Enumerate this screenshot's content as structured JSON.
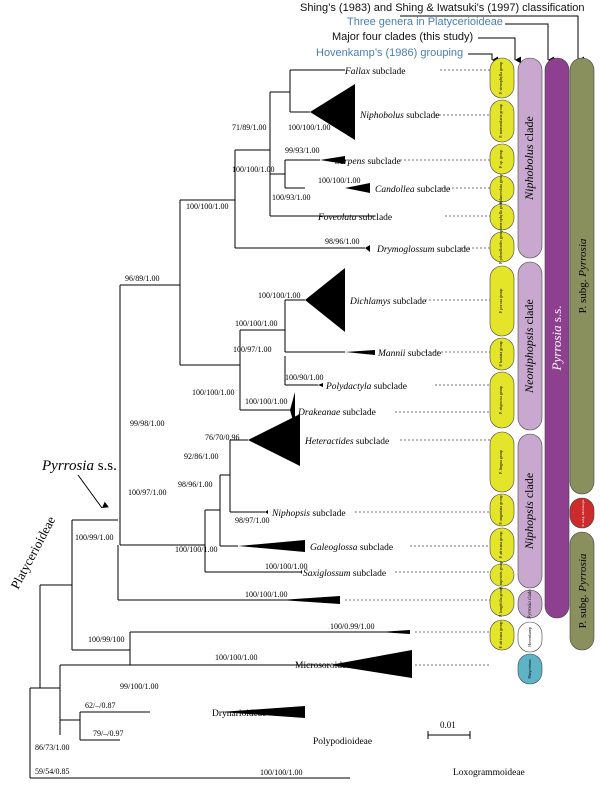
{
  "legend": {
    "shing_classification": "Shing’s (1983) and Shing & Iwatsuki’s (1997) classification",
    "three_genera": "Three genera in Platycerioideae",
    "major_four_clades": "Major four clades (this study)",
    "hovenkamp_grouping": "Hovenkamp’s (1986) grouping"
  },
  "colors": {
    "hovenkamp": "#e4e42a",
    "clade": "#c9a8cf",
    "pyrrosia_ss": "#8e3f8f",
    "subg_pyrrosia": "#8a8f5e",
    "platycerium": "#5eb3c7",
    "subg_red": "#cc2b2b"
  },
  "terminals": [
    {
      "italic": "Fallax",
      "rest": " subclade"
    },
    {
      "italic": "Niphobolus",
      "rest": " subclade"
    },
    {
      "italic": "Serpens",
      "rest": " subclade"
    },
    {
      "italic": "Candollea",
      "rest": " subclade"
    },
    {
      "italic": "Foveolata",
      "rest": " subclade"
    },
    {
      "italic": "Drymoglossum",
      "rest": " subclade"
    },
    {
      "italic": "Dichlamys",
      "rest": " subclade"
    },
    {
      "italic": "Mannii",
      "rest": " subclade"
    },
    {
      "italic": "Polydactyla",
      "rest": " subclade"
    },
    {
      "italic": "Drakeanae",
      "rest": " subclade"
    },
    {
      "italic": "Heteractides",
      "rest": " subclade"
    },
    {
      "italic": "Niphopsis",
      "rest": " subclade"
    },
    {
      "italic": "Galeoglossa",
      "rest": " subclade"
    },
    {
      "italic": "Saxiglossum",
      "rest": " subclade"
    }
  ],
  "outgroups": [
    "Microsoroideae",
    "Drynarioideae",
    "Polypodioideae",
    "Loxogrammoideae"
  ],
  "support": [
    "71/89/1.00",
    "100/100/1.00",
    "99/93/1.00",
    "100/100/1.00",
    "100/93/1.00",
    "100/100/1.00",
    "100/100/1.00",
    "98/96/1.00",
    "96/89/1.00",
    "100/100/1.00",
    "100/100/1.00",
    "100/97/1.00",
    "100/90/1.00",
    "100/100/1.00",
    "100/100/1.00",
    "99/98/1.00",
    "76/70/0.96",
    "92/86/1.00",
    "98/96/1.00",
    "98/97/1.00",
    "100/100/1.00",
    "100/100/1.00",
    "100/97/1.00",
    "100/100/1.00",
    "100/99/1.00",
    "100/0.99/1.00",
    "100/99/100",
    "100/100/1.00",
    "99/100/1.00",
    "62/–/0.87",
    "79/–/0.97",
    "86/73/1.00",
    "59/54/0.85",
    "100/100/1.00"
  ],
  "node_labels": {
    "pyrrosia_ss_italic": "Pyrrosia",
    "pyrrosia_ss_rest": " s.s.",
    "platycerioideae": "Platycerioideae"
  },
  "bars": {
    "niphobolus_clade_italic": "Niphobolus",
    "niphobolus_clade_rest": " clade",
    "neoniphopsis_clade_italic": "Neoniphopsis",
    "neoniphopsis_clade_rest": " clade",
    "niphopsis_clade_italic": "Niphopsis",
    "niphopsis_clade_rest": " clade",
    "pyrrosia_clade_italic": "Pyrrosia",
    "pyrrosia_clade_rest": " clade",
    "pyrrosia_ss_italic": "Pyrrosia",
    "pyrrosia_ss_rest": " s.s.",
    "subg_pre_top": "P. subg. ",
    "subg_italic_top": "Pyrrosia",
    "subg_pre_bot": "P. subg. ",
    "subg_italic_bot": "Pyrrosia",
    "hovenkamp_small": "Hovenkamp",
    "platycerium_small": "Platycerium",
    "red_small": "P. subg. Mobbergia"
  },
  "hovenkamp_pills": [
    "P. stenophylla group",
    "P. nummularia group",
    "P. sp. group",
    "P. lanceolata group",
    "P. heterophylla group",
    "P. piloselloides group",
    "P. porosa group",
    "P. hastata group",
    "P. stigmosa group",
    "P. lingua group",
    "P. angustata group",
    "P. africana group",
    "P. rupestris group",
    "P. longifolia group",
    "P. africana group"
  ],
  "scale_bar": "0.01"
}
